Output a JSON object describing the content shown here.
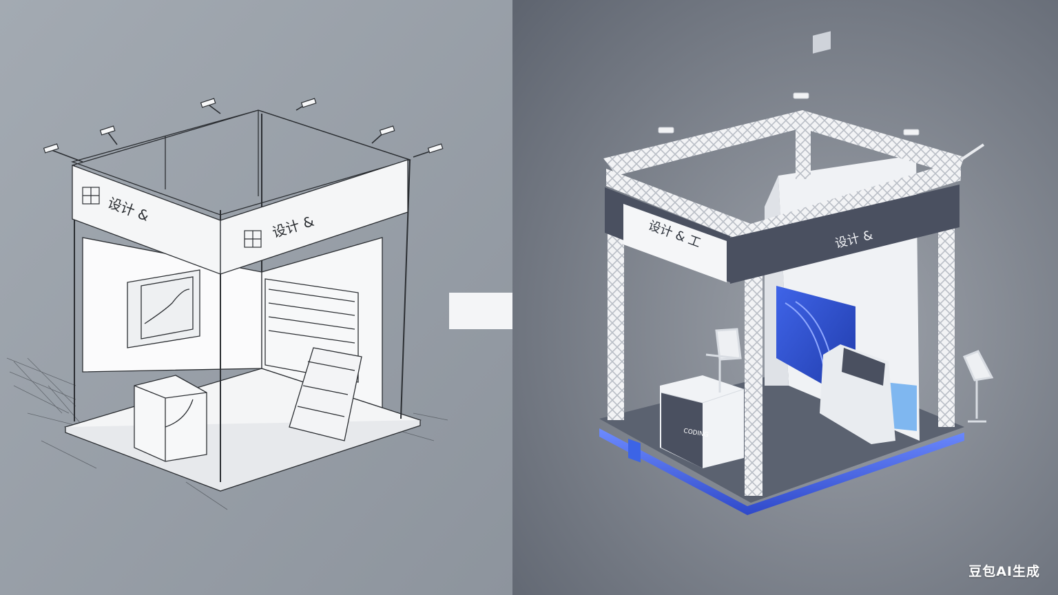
{
  "sketch_panel": {
    "fascia_front_text": "设计 &",
    "fascia_side_text": "设计 &",
    "colors": {
      "background": "#9aa1aa",
      "paper": "#f4f5f6",
      "ink": "#2a2d31"
    }
  },
  "render_panel": {
    "fascia_front_text": "设计 & 工",
    "fascia_side_text": "设计 &",
    "counter_text": "CODING",
    "colors": {
      "background": "#7b818c",
      "truss": "#eef0f3",
      "accent": "#4b6cf0",
      "band": "#4a5060"
    }
  },
  "watermark": "豆包AI生成"
}
